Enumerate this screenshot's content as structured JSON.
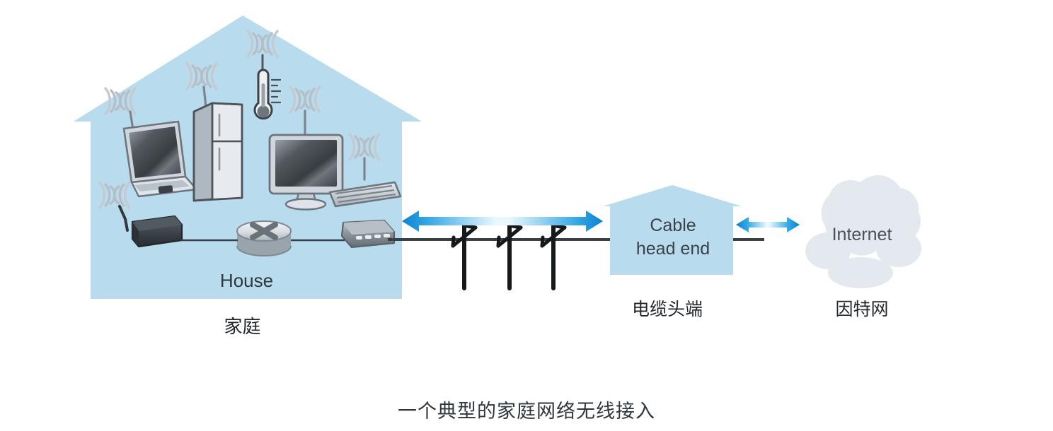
{
  "figure": {
    "caption": "一个典型的家庭网络无线接入",
    "background_color": "#ffffff"
  },
  "palette": {
    "house_fill": "#b8dcee",
    "cloud_fill": "#e3e9ee",
    "arrow_blue": "#1b9ae0",
    "arrow_blue_dark": "#0b82cf",
    "line_dark": "#3a3f45",
    "text_dark": "#2b3138",
    "device_gray_light": "#e8ebee",
    "device_gray_mid": "#aab3ba",
    "device_gray_dark": "#5a6167",
    "device_black": "#3b4248",
    "screen_dark": "#4a4f55",
    "wifi_wave": "#b3bcc3"
  },
  "nodes": {
    "house": {
      "label_en": "House",
      "label_cn": "家庭",
      "devices": [
        {
          "name": "laptop",
          "wireless": true
        },
        {
          "name": "refrigerator",
          "wireless": true
        },
        {
          "name": "thermostat",
          "wireless": true
        },
        {
          "name": "monitor",
          "wireless": true
        },
        {
          "name": "keyboard",
          "wireless": true
        },
        {
          "name": "wireless-access-point",
          "wireless": true
        },
        {
          "name": "router",
          "wireless": false
        },
        {
          "name": "cable-modem",
          "wireless": false
        }
      ]
    },
    "cable_head_end": {
      "label_en_line1": "Cable",
      "label_en_line2": "head end",
      "label_cn": "电缆头端"
    },
    "internet": {
      "label_en": "Internet",
      "label_cn": "因特网"
    }
  },
  "links": {
    "house_to_headend": {
      "type": "bidirectional-arrow",
      "medium": "coaxial-cable-with-utility-poles",
      "pole_count": 3
    },
    "headend_to_internet": {
      "type": "bidirectional-arrow"
    }
  }
}
